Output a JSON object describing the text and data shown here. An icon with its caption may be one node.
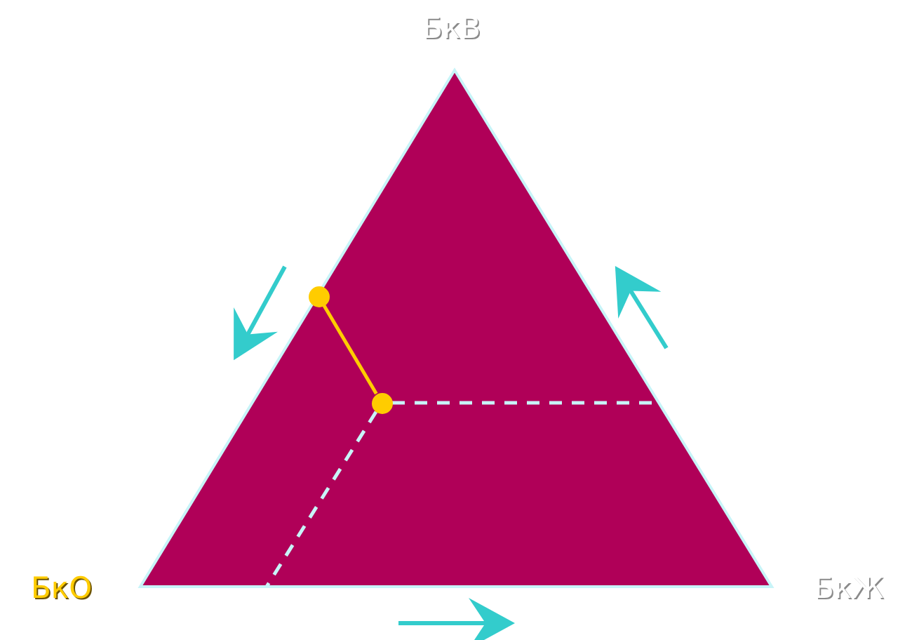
{
  "diagram": {
    "nodes": [
      {
        "text": [],
        "shape": "circle"
      },
      {
        "text": [],
        "shape": "circle"
      }
    ],
    "edges": [
      {
        "from": 0,
        "to": 1,
        "arrow": "none",
        "color": "#ffcc00"
      },
      {
        "from": 1,
        "to": null,
        "arrow": "none",
        "style": "dashed",
        "color": "#c8f4f8"
      },
      {
        "from": 1,
        "to": null,
        "arrow": "none",
        "style": "dashed",
        "color": "#c8f4f8"
      }
    ],
    "labels": [
      "БкВ",
      "БкО",
      "БкЖ"
    ]
  }
}
